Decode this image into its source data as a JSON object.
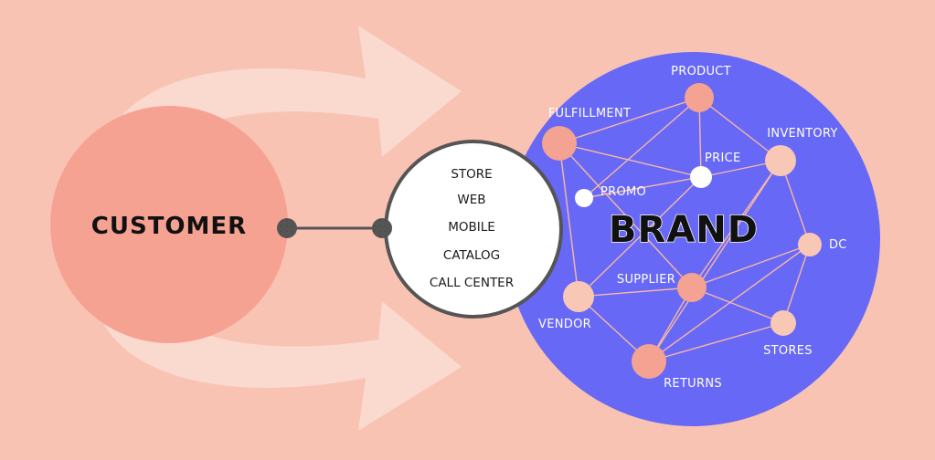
{
  "customer": {
    "label": "CUSTOMER"
  },
  "brand": {
    "label": "BRAND"
  },
  "channels": [
    "STORE",
    "WEB",
    "MOBILE",
    "CATALOG",
    "CALL CENTER"
  ],
  "nodes": [
    {
      "id": "product",
      "label": "PRODUCT",
      "kind": "salmon"
    },
    {
      "id": "fulfillment",
      "label": "FULFILLMENT",
      "kind": "salmon"
    },
    {
      "id": "price",
      "label": "PRICE",
      "kind": "white"
    },
    {
      "id": "inventory",
      "label": "INVENTORY",
      "kind": "peach"
    },
    {
      "id": "promo",
      "label": "PROMO",
      "kind": "white"
    },
    {
      "id": "dc",
      "label": "DC",
      "kind": "peach"
    },
    {
      "id": "supplier",
      "label": "SUPPLIER",
      "kind": "salmon"
    },
    {
      "id": "vendor",
      "label": "VENDOR",
      "kind": "peach"
    },
    {
      "id": "stores",
      "label": "STORES",
      "kind": "peach"
    },
    {
      "id": "returns",
      "label": "RETURNS",
      "kind": "salmon"
    }
  ],
  "edges": [
    [
      "product",
      "fulfillment"
    ],
    [
      "product",
      "price"
    ],
    [
      "product",
      "inventory"
    ],
    [
      "product",
      "promo"
    ],
    [
      "fulfillment",
      "price"
    ],
    [
      "fulfillment",
      "vendor"
    ],
    [
      "fulfillment",
      "supplier"
    ],
    [
      "price",
      "inventory"
    ],
    [
      "price",
      "vendor"
    ],
    [
      "inventory",
      "dc"
    ],
    [
      "inventory",
      "supplier"
    ],
    [
      "inventory",
      "returns"
    ],
    [
      "promo",
      "price"
    ],
    [
      "vendor",
      "supplier"
    ],
    [
      "vendor",
      "returns"
    ],
    [
      "supplier",
      "dc"
    ],
    [
      "supplier",
      "stores"
    ],
    [
      "supplier",
      "returns"
    ],
    [
      "dc",
      "stores"
    ],
    [
      "dc",
      "returns"
    ],
    [
      "returns",
      "stores"
    ]
  ],
  "colors": {
    "background": "#f9c3b4",
    "customer": "#f6a293",
    "brand_circle": "#6768f5",
    "salmon_node": "#f4a291",
    "peach_node": "#f8c7b6",
    "white_node": "#ffffff",
    "arrow": "#fbe3d9",
    "connector": "#555555"
  }
}
